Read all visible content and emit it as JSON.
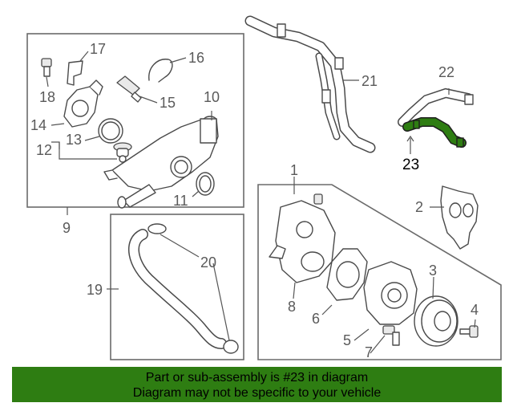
{
  "callouts": {
    "c1": "1",
    "c2": "2",
    "c3": "3",
    "c4": "4",
    "c5": "5",
    "c6": "6",
    "c7": "7",
    "c8": "8",
    "c9": "9",
    "c10": "10",
    "c11": "11",
    "c12": "12",
    "c13": "13",
    "c14": "14",
    "c15": "15",
    "c16": "16",
    "c17": "17",
    "c18": "18",
    "c19": "19",
    "c20": "20",
    "c21": "21",
    "c22": "22",
    "c23": "23"
  },
  "highlight": {
    "part_number": "23",
    "color": "#2e7d12"
  },
  "banner": {
    "line1": "Part or sub-assembly is #23 in diagram",
    "line2": "Diagram may not be specific to your vehicle",
    "background": "#2e7d12"
  }
}
